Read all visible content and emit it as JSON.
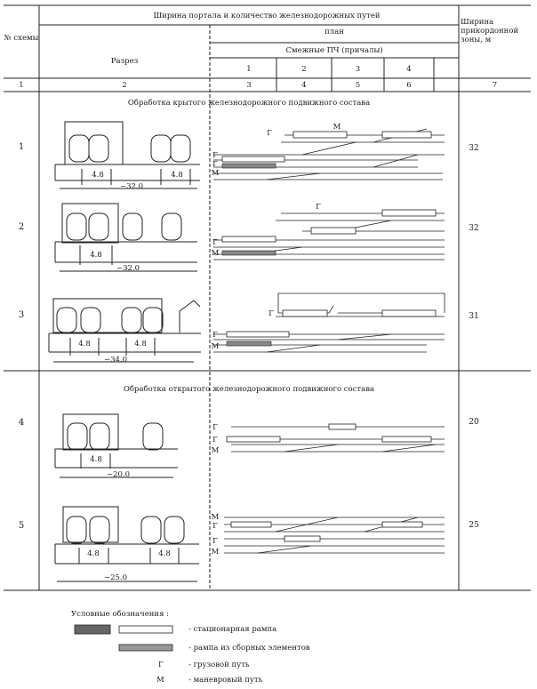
{
  "header": {
    "col1": "№ схемы",
    "top_span": "Ширина портала и количество железнодорожных путей",
    "plan": "план",
    "adjacent": "Смежные ПЧ (причалы)",
    "section": "Разрез",
    "col_width": "Ширина прикордонной зоны, м",
    "subcols": [
      "1",
      "2",
      "3",
      "4"
    ],
    "colnums": [
      "1",
      "2",
      "3",
      "4",
      "5",
      "6",
      "7"
    ]
  },
  "sections": [
    {
      "title": "Обработка крытого железнодорожного подвижного состава"
    },
    {
      "title": "Обработка открытого железнодорожного подвижного состава"
    }
  ],
  "schemes": [
    {
      "num": "1",
      "width": "32",
      "dims": [
        "4.8",
        "4.8"
      ],
      "span": "~32.0"
    },
    {
      "num": "2",
      "width": "32",
      "dims": [
        "4.8"
      ],
      "span": "~32.0"
    },
    {
      "num": "3",
      "width": "31",
      "dims": [
        "4.8",
        "4.8"
      ],
      "span": "~34.0"
    },
    {
      "num": "4",
      "width": "20",
      "dims": [
        "4.8"
      ],
      "span": "~20.0"
    },
    {
      "num": "5",
      "width": "25",
      "dims": [
        "4.8",
        "4.8"
      ],
      "span": "~25.0"
    }
  ],
  "track_labels": {
    "cargo": "Г",
    "shunt": "М"
  },
  "legend": {
    "title": "Условные обозначения :",
    "items": [
      {
        "text": "- стационарная рампа"
      },
      {
        "text": "- рампа из сборных элементов"
      },
      {
        "symbol": "Г",
        "text": "- грузовой путь"
      },
      {
        "symbol": "М",
        "text": "- маневровый путь"
      }
    ]
  }
}
